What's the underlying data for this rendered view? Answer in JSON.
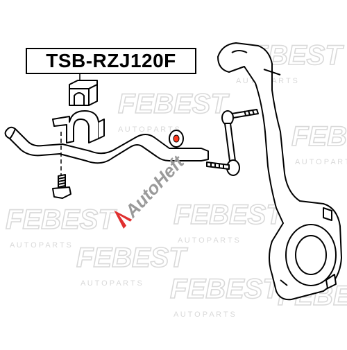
{
  "part_number": "TSB-RZJ120F",
  "watermarks": {
    "brand": "FEBEST",
    "brand_sub": "A U T O   P A R T S",
    "overlay": "AutoHeft"
  },
  "colors": {
    "line": "#000000",
    "watermark": "#d9d9d9",
    "overlay_red": "#e03030",
    "overlay_gray": "#9a9a9a",
    "highlight": "#ff3b1f"
  }
}
